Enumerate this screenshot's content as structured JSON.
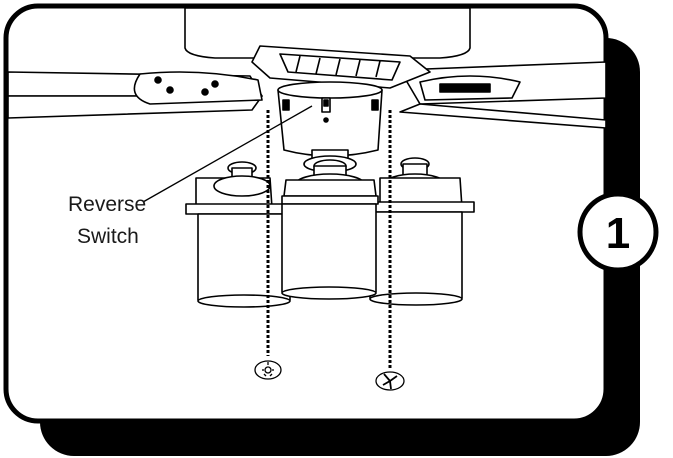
{
  "callout": {
    "line1": "Reverse",
    "line2": "Switch"
  },
  "step": {
    "number": "1"
  },
  "colors": {
    "ink": "#000000",
    "panel": "#ffffff",
    "shadow": "#000000"
  },
  "icons": [
    "light-pull-chain-icon",
    "fan-pull-chain-icon"
  ]
}
